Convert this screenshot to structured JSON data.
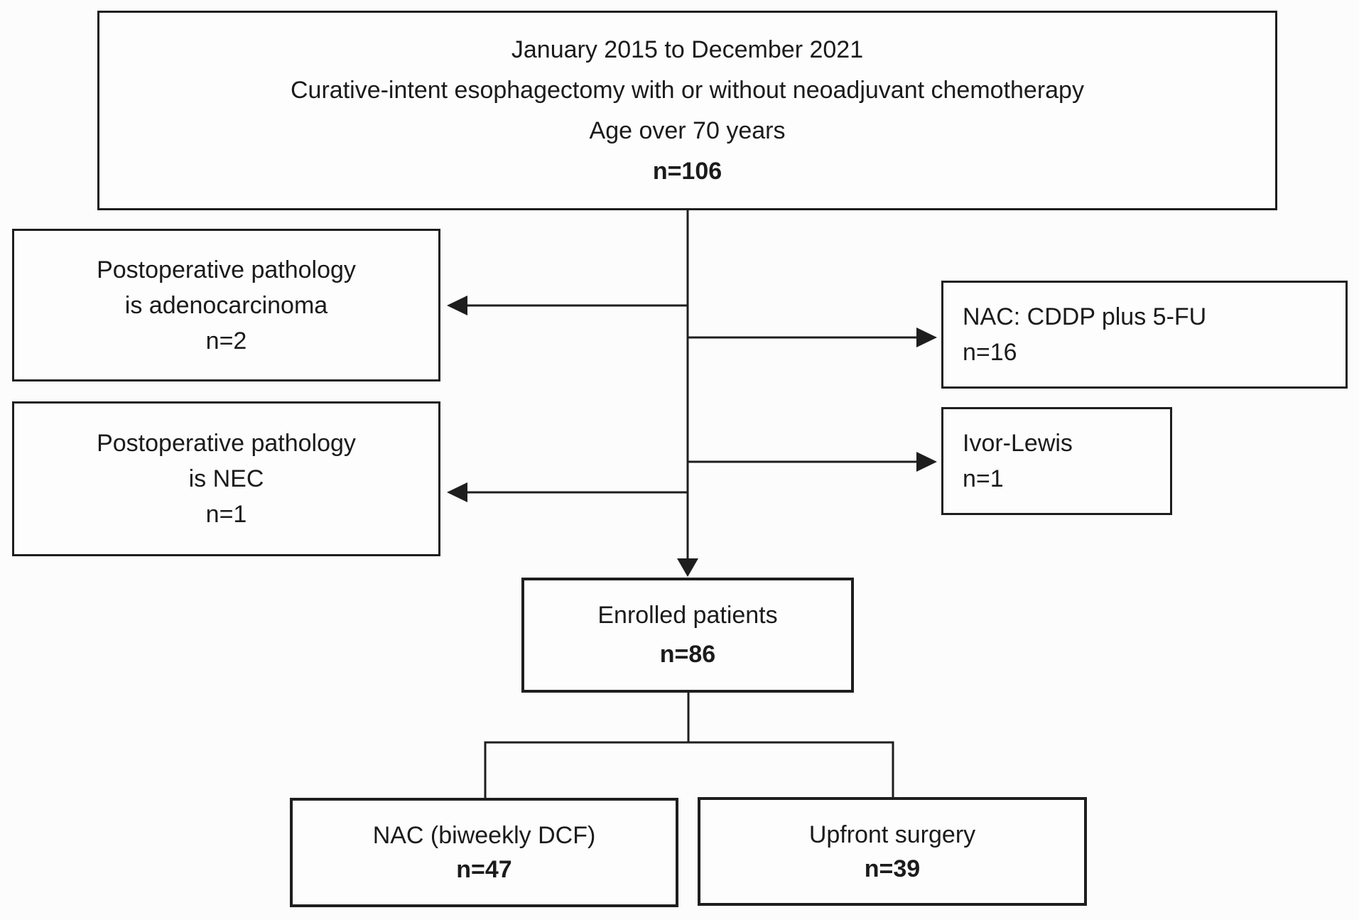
{
  "figure": {
    "background_color": "#fcfcfc",
    "line_color": "#1e1e1e",
    "text_color": "#1b1b1b",
    "boxes": {
      "eligibility": {
        "line1": "January 2015 to December 2021",
        "line2": "Curative-intent esophagectomy with or without neoadjuvant chemotherapy",
        "line3": "Age over 70 years",
        "n": "n=106"
      },
      "excluded_adenocarcinoma": {
        "line1": "Postoperative pathology",
        "line2": "is adenocarcinoma",
        "n": "n=2"
      },
      "nac_cddp": {
        "line1": "NAC: CDDP plus 5-FU",
        "n": "n=16"
      },
      "excluded_nec": {
        "line1": "Postoperative pathology",
        "line2": "is NEC",
        "n": "n=1"
      },
      "ivor_lewis": {
        "line1": "Ivor-Lewis",
        "n": "n=1"
      },
      "enrolled": {
        "line1": "Enrolled patients",
        "n": "n=86"
      },
      "nac_dcf": {
        "line1": "NAC (biweekly DCF)",
        "n": "n=47"
      },
      "upfront_surgery": {
        "line1": "Upfront surgery",
        "n": "n=39"
      }
    }
  }
}
